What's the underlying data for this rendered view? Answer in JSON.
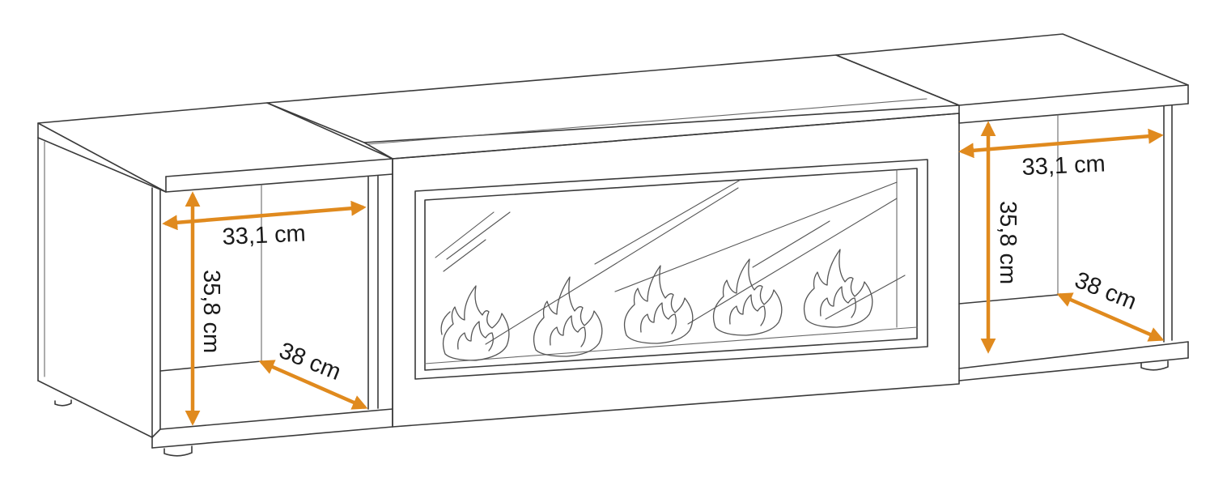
{
  "colors": {
    "accent": "#e08a1e",
    "line": "#3a3a3a"
  },
  "dimensions": {
    "left": {
      "width": "33,1 cm",
      "height": "35,8 cm",
      "depth": "38 cm"
    },
    "right": {
      "width": "33,1 cm",
      "height": "35,8 cm",
      "depth": "38 cm"
    }
  }
}
